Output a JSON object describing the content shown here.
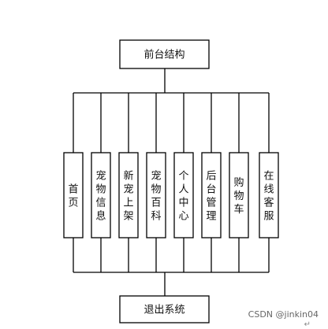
{
  "diagram": {
    "top_node": "前台结构",
    "bottom_node": "退出系统",
    "modules": [
      "首页",
      "宠物信息",
      "新宠上架",
      "宠物百科",
      "个人中心",
      "后台管理",
      "购物车",
      "在线客服"
    ]
  },
  "watermark": "CSDN @jinkin04",
  "return_mark": "↵"
}
